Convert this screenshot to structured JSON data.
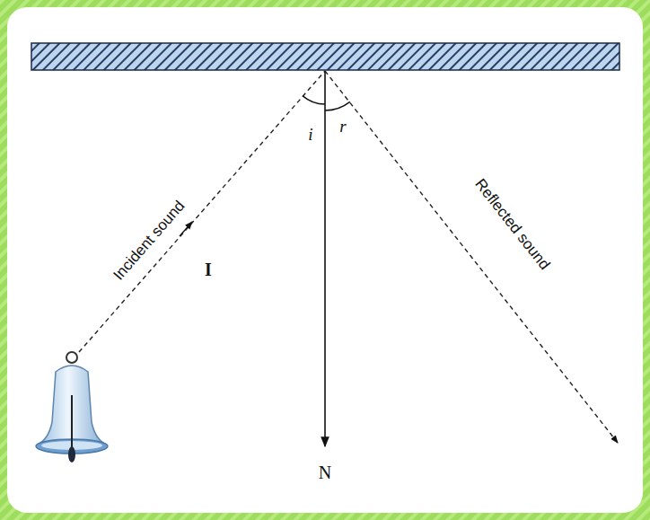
{
  "diagram": {
    "labels": [
      "i",
      "r",
      "Incident sound",
      "I",
      "Reflected sound",
      "N"
    ]
  }
}
